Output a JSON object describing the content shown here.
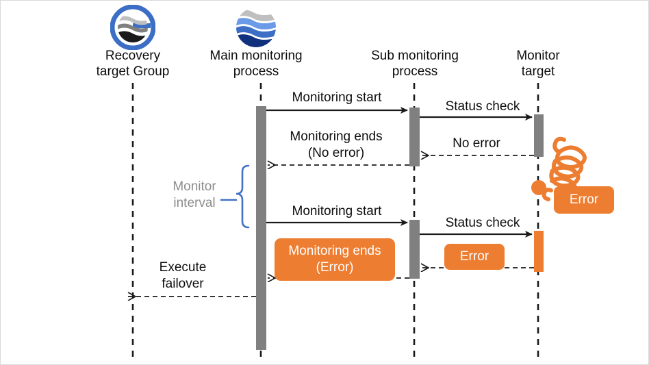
{
  "diagram": {
    "type": "sequence-diagram",
    "background_color": "#ffffff",
    "border_color": "#d9d9d9",
    "accent_color": "#ED7D31",
    "activation_color": "#808080",
    "brace_color": "#4472C4",
    "muted_text_color": "#8C8C8C"
  },
  "actors": [
    {
      "id": "recovery-target-group",
      "line1": "Recovery",
      "line2": "target Group",
      "icon": "recovery-group-logo-icon"
    },
    {
      "id": "main-monitoring-process",
      "line1": "Main monitoring",
      "line2": "process",
      "icon": "main-process-logo-icon"
    },
    {
      "id": "sub-monitoring-process",
      "line1": "Sub monitoring",
      "line2": "process",
      "icon": null
    },
    {
      "id": "monitor-target",
      "line1": "Monitor",
      "line2": "target",
      "icon": null
    }
  ],
  "messages": [
    {
      "id": "monitoring-start-1",
      "label": "Monitoring start",
      "style": "solid"
    },
    {
      "id": "status-check-1",
      "label": "Status check",
      "style": "solid"
    },
    {
      "id": "no-error",
      "label": "No error",
      "style": "dashed"
    },
    {
      "id": "monitoring-ends-no-error",
      "line1": "Monitoring ends",
      "line2": "(No error)",
      "style": "dashed"
    },
    {
      "id": "monitoring-start-2",
      "label": "Monitoring start",
      "style": "solid"
    },
    {
      "id": "status-check-2",
      "label": "Status check",
      "style": "solid"
    },
    {
      "id": "execute-failover",
      "line1": "Execute",
      "line2": "failover",
      "style": "dashed"
    }
  ],
  "annotations": {
    "monitor_interval": {
      "line1": "Monitor",
      "line2": "interval"
    }
  },
  "badges": [
    {
      "id": "error-target",
      "label": "Error"
    },
    {
      "id": "error-sub",
      "label": "Error"
    },
    {
      "id": "monitoring-ends-error",
      "line1": "Monitoring ends",
      "line2": "(Error)"
    }
  ]
}
